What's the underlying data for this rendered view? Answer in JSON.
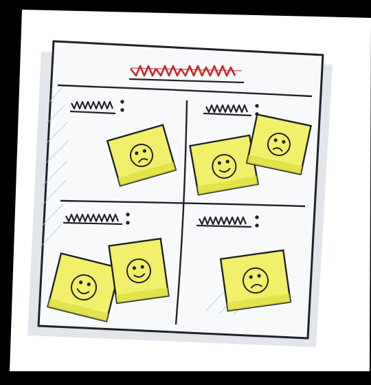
{
  "board": {
    "title_scribble": "",
    "quadrants": [
      {
        "id": "top-left",
        "header_scribble": "",
        "notes": [
          {
            "face": "sad"
          }
        ]
      },
      {
        "id": "top-right",
        "header_scribble": "",
        "notes": [
          {
            "face": "happy"
          },
          {
            "face": "sad"
          }
        ]
      },
      {
        "id": "bottom-left",
        "header_scribble": "",
        "notes": [
          {
            "face": "happy"
          },
          {
            "face": "happy"
          }
        ]
      },
      {
        "id": "bottom-right",
        "header_scribble": "",
        "notes": [
          {
            "face": "sad"
          }
        ]
      }
    ]
  },
  "colors": {
    "frame_bg": "#000000",
    "paper": "#ffffff",
    "board_fill": "#f7f9fb",
    "board_shadow": "#cfd3dc",
    "ink": "#1f2228",
    "title_red": "#c8282d",
    "note_yellow": "#f2f06a",
    "note_shade": "#dcdc3f",
    "cool_hatching": "#a9c6dd"
  }
}
